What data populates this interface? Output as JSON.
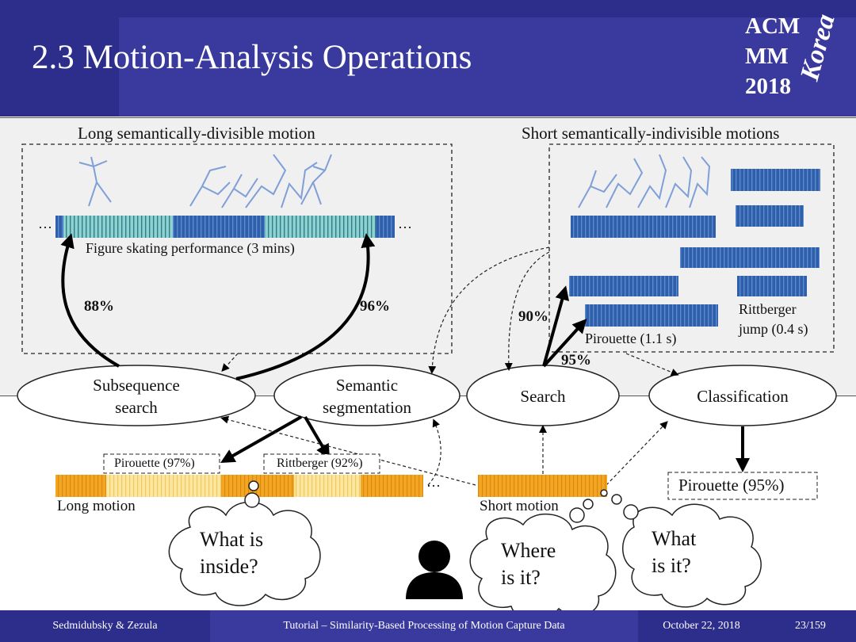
{
  "slide": {
    "title": "2.3 Motion-Analysis Operations",
    "logo": {
      "line1": "ACM",
      "line2": "MM",
      "line3": "2018",
      "country": "Korea"
    }
  },
  "diagram": {
    "long_section_label": "Long semantically-divisible motion",
    "short_section_label": "Short semantically-indivisible motions",
    "performance_label": "Figure skating performance (3 mins)",
    "ellipsis": "…",
    "pct_88": "88%",
    "pct_96": "96%",
    "pct_90": "90%",
    "pct_95": "95%",
    "pirouette_short": "Pirouette (1.1 s)",
    "rittberger_short_line1": "Rittberger",
    "rittberger_short_line2": "jump (0.4 s)",
    "operations": {
      "subsequence_line1": "Subsequence",
      "subsequence_line2": "search",
      "semantic_line1": "Semantic",
      "semantic_line2": "segmentation",
      "search": "Search",
      "classification": "Classification"
    },
    "pirouette_long_tag": "Pirouette (97%)",
    "rittberger_long_tag": "Rittberger (92%)",
    "long_motion_label": "Long motion",
    "short_motion_label": "Short motion",
    "classification_result": "Pirouette (95%)",
    "bubbles": {
      "what_inside_line1": "What is",
      "what_inside_line2": "inside?",
      "where_line1": "Where",
      "where_line2": "is it?",
      "what_line1": "What",
      "what_line2": "is it?"
    }
  },
  "footer": {
    "authors": "Sedmidubsky & Zezula",
    "talk": "Tutorial – Similarity-Based Processing of Motion Capture Data",
    "date": "October 22, 2018",
    "page": "23/159"
  },
  "colors": {
    "header": "#2d2d8c",
    "bar_blue": "#2f5fa8",
    "bar_teal": "#7fc7c9",
    "bar_orange": "#f4a623",
    "bar_yellow": "#fbe08a"
  }
}
